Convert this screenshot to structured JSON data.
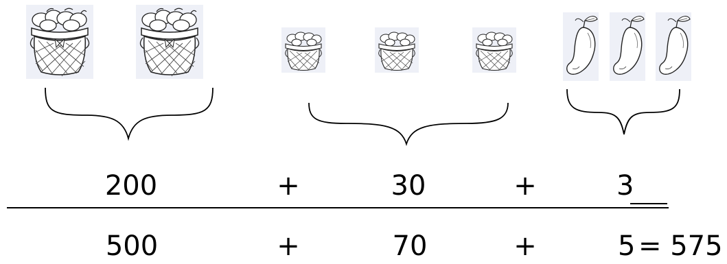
{
  "groups": [
    {
      "icon": "large-basket-icon",
      "count": 2
    },
    {
      "icon": "small-basket-icon",
      "count": 3
    },
    {
      "icon": "mango-icon",
      "count": 3
    }
  ],
  "row1": {
    "a": "200",
    "op1": "+",
    "b": "30",
    "op2": "+",
    "c": "3"
  },
  "row2": {
    "a": "500",
    "op1": "+",
    "b": "70",
    "op2": "+",
    "c": "5",
    "eq": "= 575"
  },
  "colors": {
    "ink": "#000000",
    "icon_bg": "#eef0f7"
  }
}
